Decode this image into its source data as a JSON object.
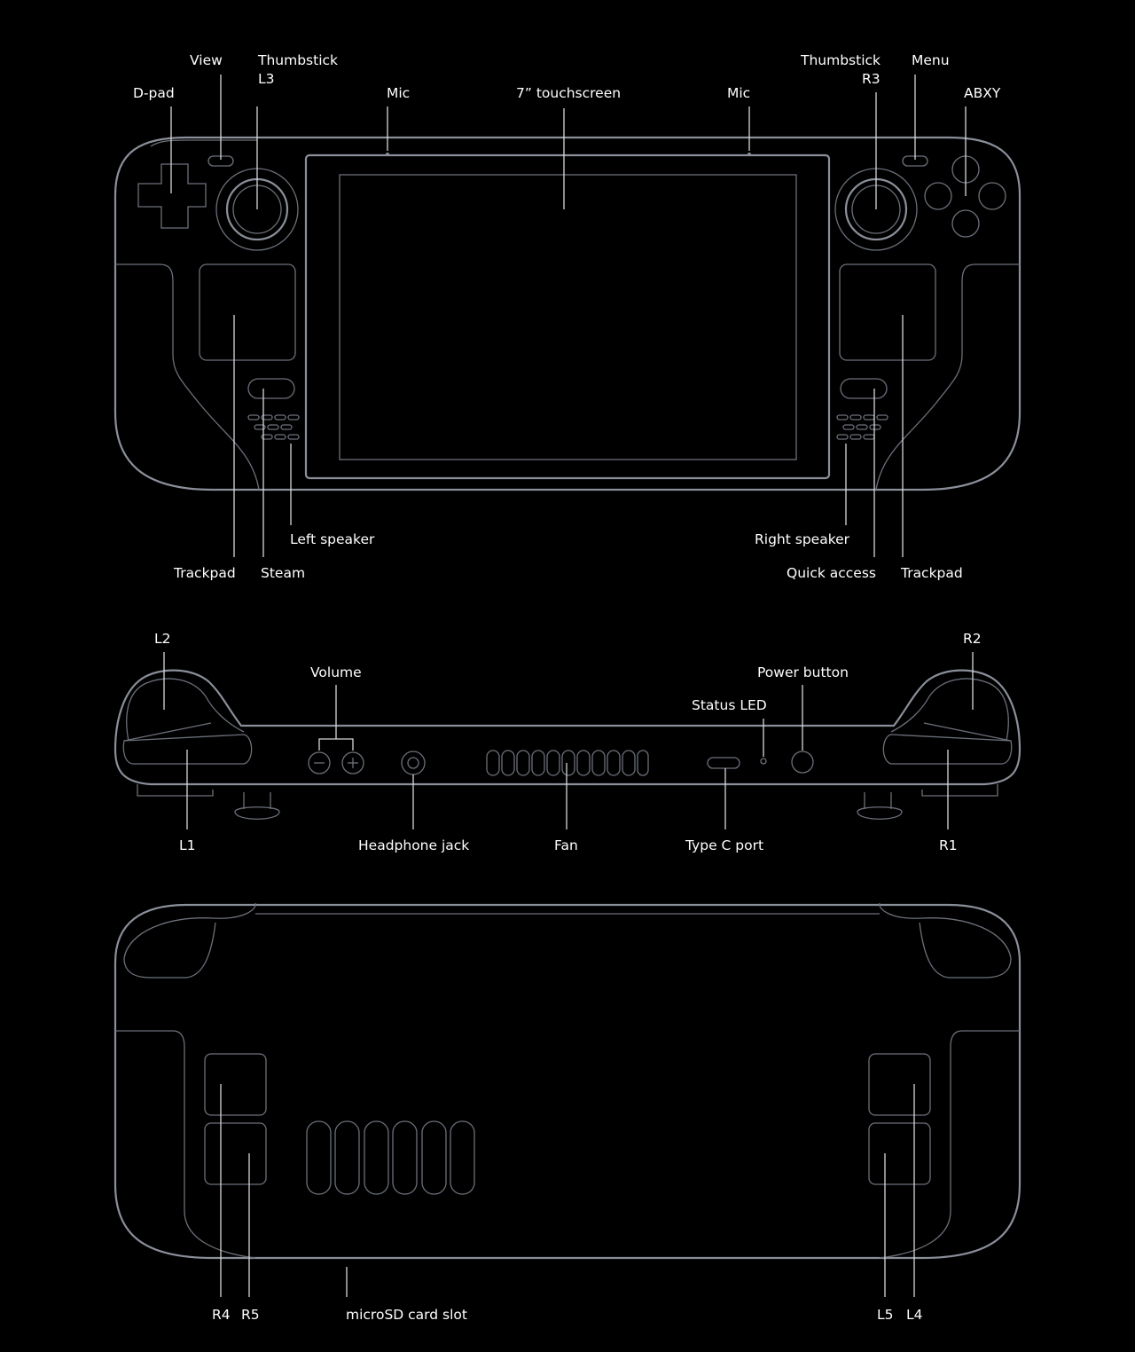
{
  "front_view": {
    "labels": {
      "dpad": "D-pad",
      "view": "View",
      "thumbstick_l3_line1": "Thumbstick",
      "thumbstick_l3_line2": "L3",
      "mic_left": "Mic",
      "touchscreen": "7” touchscreen",
      "mic_right": "Mic",
      "thumbstick_r3_line1": "Thumbstick",
      "thumbstick_r3_line2": "R3",
      "menu": "Menu",
      "abxy": "ABXY",
      "left_speaker": "Left speaker",
      "trackpad_left": "Trackpad",
      "steam": "Steam",
      "right_speaker": "Right speaker",
      "quick_access": "Quick access",
      "trackpad_right": "Trackpad"
    }
  },
  "top_view": {
    "labels": {
      "l2": "L2",
      "r2": "R2",
      "volume": "Volume",
      "power_button": "Power button",
      "status_led": "Status LED",
      "l1": "L1",
      "headphone_jack": "Headphone jack",
      "fan": "Fan",
      "type_c_port": "Type C port",
      "r1": "R1"
    }
  },
  "back_view": {
    "labels": {
      "r4": "R4",
      "r5": "R5",
      "microsd_card_slot": "microSD card slot",
      "l5": "L5",
      "l4": "L4"
    }
  },
  "colors": {
    "background": "#000000",
    "outline": "#8a8f99",
    "label": "#ffffff"
  }
}
